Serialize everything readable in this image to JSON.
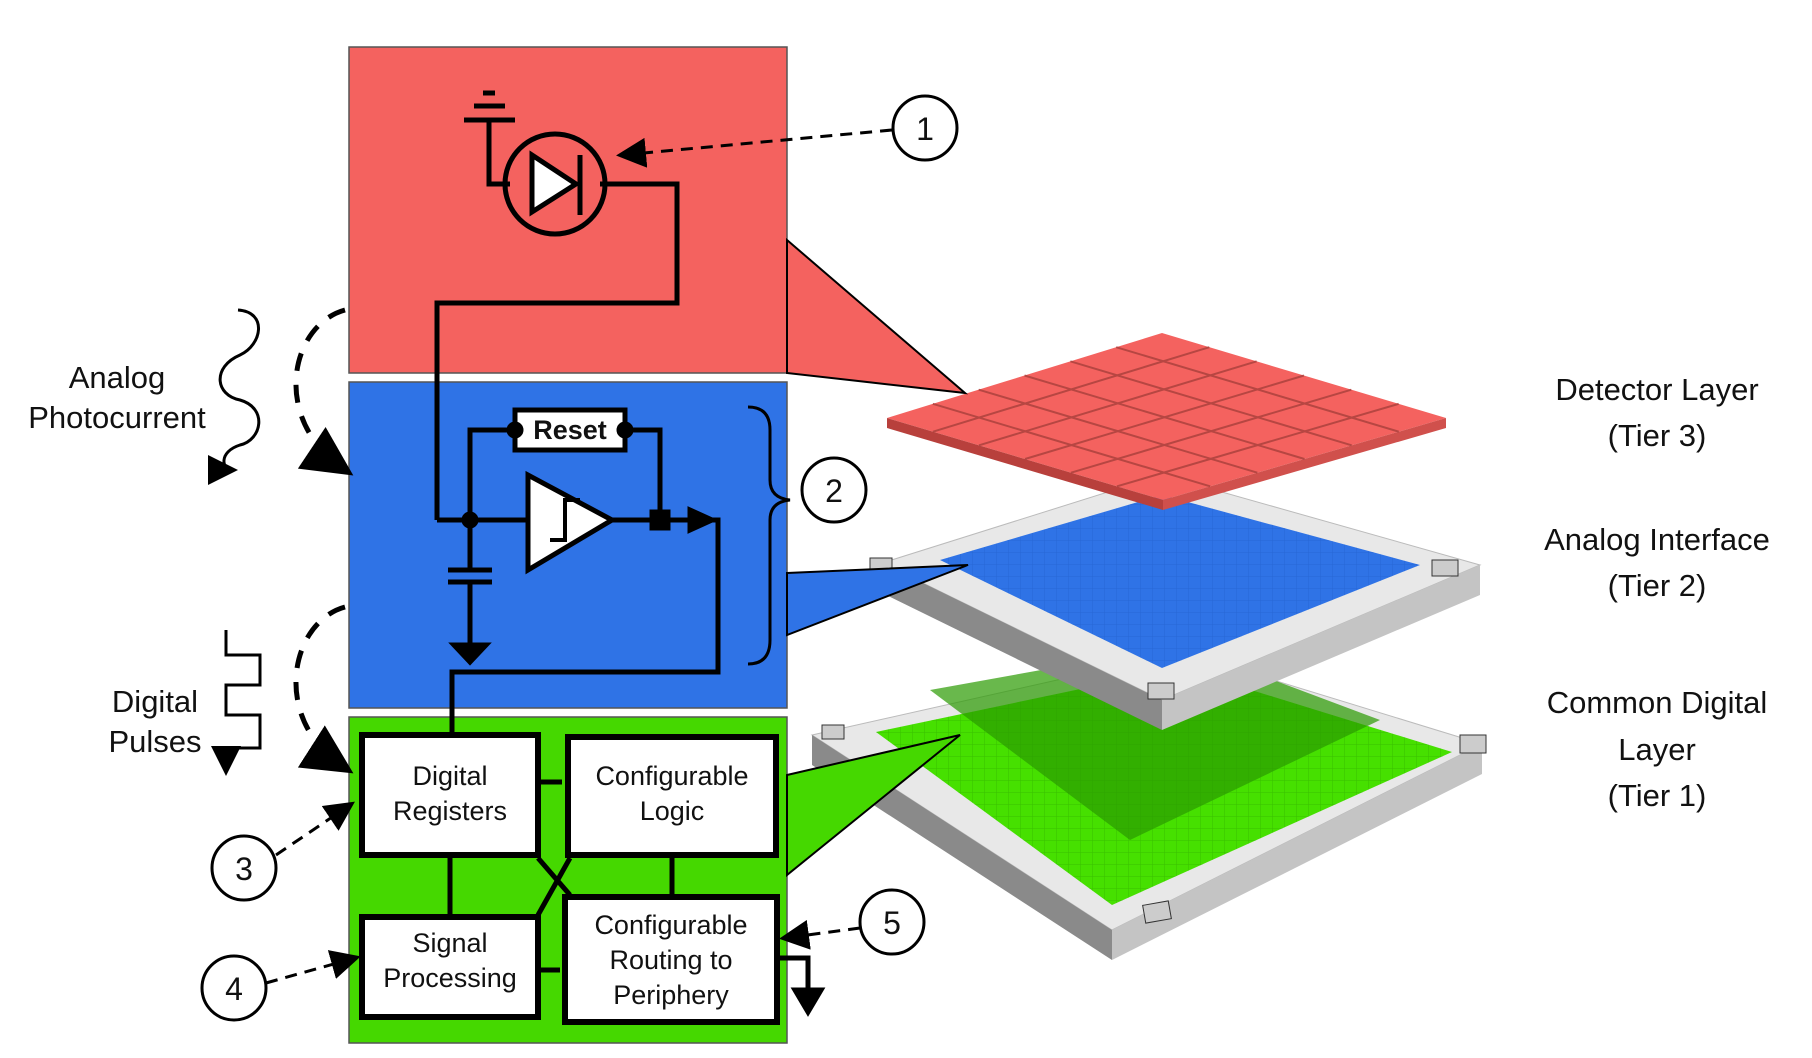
{
  "colors": {
    "detector": "#f4625f",
    "analog": "#2f73e6",
    "digital": "#45d800",
    "ink": "#000000"
  },
  "left_labels": {
    "analog_line1": "Analog",
    "analog_line2": "Photocurrent",
    "digital_line1": "Digital",
    "digital_line2": "Pulses"
  },
  "analog_block": {
    "reset_label": "Reset"
  },
  "digital_block": {
    "registers": [
      "Digital",
      "Registers"
    ],
    "logic": [
      "Configurable",
      "Logic"
    ],
    "signal": [
      "Signal",
      "Processing"
    ],
    "routing": [
      "Configurable",
      "Routing to",
      "Periphery"
    ]
  },
  "callouts": [
    "1",
    "2",
    "3",
    "4",
    "5"
  ],
  "layer_labels": {
    "tier3": [
      "Detector Layer",
      "(Tier 3)"
    ],
    "tier2": [
      "Analog Interface",
      "(Tier 2)"
    ],
    "tier1": [
      "Common Digital",
      "Layer",
      "(Tier 1)"
    ]
  }
}
